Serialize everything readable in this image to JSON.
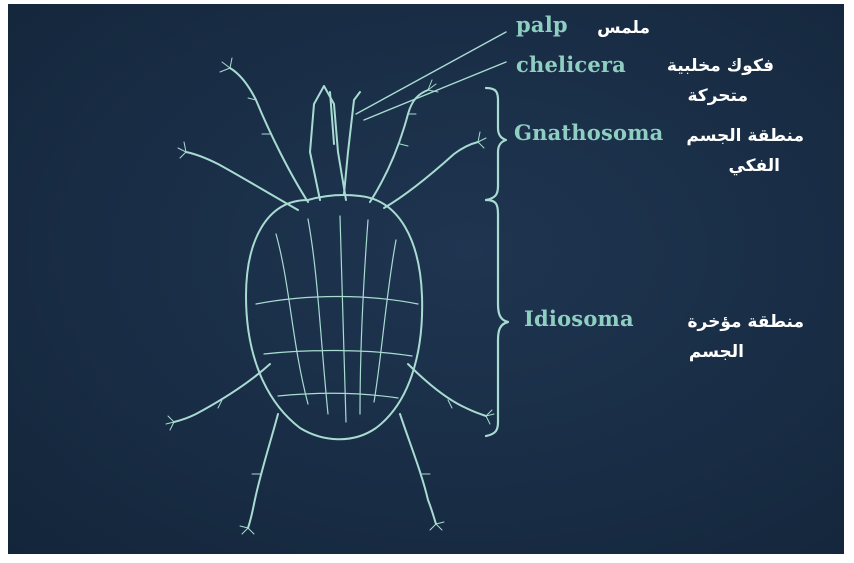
{
  "labels": {
    "palp": {
      "en": "palp",
      "ar": "ملمس"
    },
    "chelicera": {
      "en": "chelicera",
      "ar_line1": "فكوك مخلبية",
      "ar_line2": "متحركة"
    },
    "gnathosoma": {
      "en": "Gnathosoma",
      "ar_line1": "منطقة الجسم",
      "ar_line2": "الفكي"
    },
    "idiosoma": {
      "en": "Idiosoma",
      "ar_line1": "منطقة مؤخرة",
      "ar_line2": "الجسم"
    }
  },
  "colors": {
    "background": "#182c44",
    "drawing_line": "#a8dcd2",
    "english_label": "#8fcfc2",
    "arabic_label": "#ffffff"
  }
}
